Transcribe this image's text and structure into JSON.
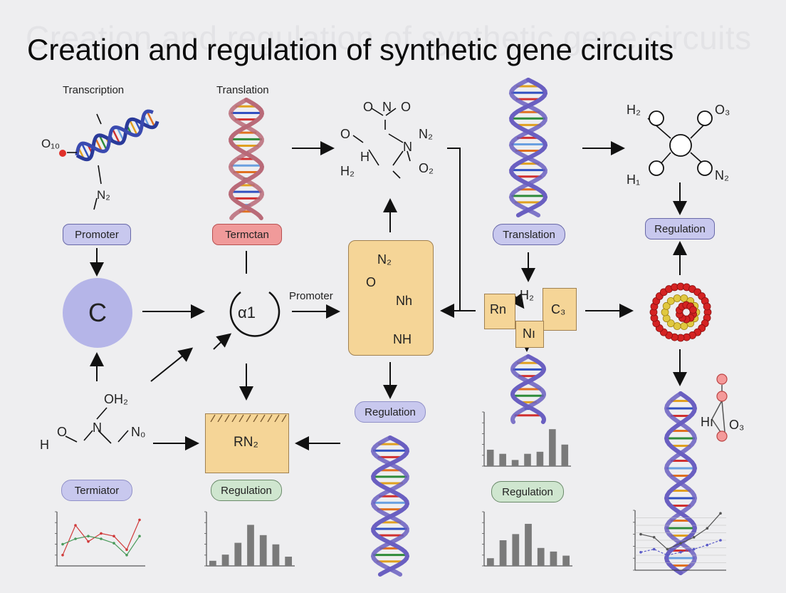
{
  "title": "Creation and regulation of synthetic gene circuits",
  "labels": {
    "transcription": "Transcription",
    "translation_top": "Translation",
    "promoter_arrow": "Promoter",
    "circle_c": "C",
    "alpha1": "α1"
  },
  "pills": {
    "promoter": "Promoter",
    "termctan": "Termctan",
    "translation": "Translation",
    "regulation_top_right": "Regulation",
    "regulation_center": "Regulation",
    "regulation_bottom_left": "Regulation",
    "regulation_bottom_mid": "Regulation",
    "terminator": "Termi­ator"
  },
  "molecules": {
    "m1": {
      "o": "O₁₀",
      "n2": "N₂"
    },
    "m2": {
      "o_n_o": "O N O",
      "o": "O",
      "n": "N",
      "n2": "N₂",
      "h2": "H₂",
      "h": "H",
      "o2": "O₂"
    },
    "m3": {
      "h2": "H₂",
      "o3": "O₃",
      "h1": "H₁",
      "n2": "N₂"
    },
    "box_center": {
      "o": "O",
      "n2": "N₂",
      "nh_1": "Nh",
      "nh_2": "NH"
    },
    "m_bottom_left": {
      "oh2": "OH₂",
      "h": "H",
      "o": "O",
      "n": "N",
      "n0": "N₀"
    },
    "rn_box": "RN₂",
    "rn": "Rn",
    "h2_small": "H₂",
    "c3": "C₃",
    "n1": "Nı",
    "h1_o3": {
      "h": "Hı",
      "o3": "O₃"
    }
  },
  "chart_data": [
    {
      "type": "line",
      "title": "",
      "series": [
        {
          "name": "",
          "values": [
            0.2,
            0.75,
            0.45,
            0.6,
            0.55,
            0.3,
            0.85
          ]
        },
        {
          "name": "",
          "values": [
            0.4,
            0.5,
            0.55,
            0.5,
            0.42,
            0.2,
            0.55
          ]
        }
      ],
      "x": [
        1,
        2,
        3,
        4,
        5,
        6,
        7
      ]
    },
    {
      "type": "bar",
      "title": "",
      "values": [
        0.1,
        0.22,
        0.45,
        0.8,
        0.6,
        0.42,
        0.18
      ]
    },
    {
      "type": "bar",
      "title": "",
      "values": [
        0.32,
        0.24,
        0.12,
        0.24,
        0.28,
        0.72,
        0.42
      ]
    },
    {
      "type": "bar",
      "title": "",
      "values": [
        0.15,
        0.5,
        0.62,
        0.82,
        0.35,
        0.28,
        0.2
      ]
    },
    {
      "type": "line",
      "title": "",
      "series": [
        {
          "name": "",
          "values": [
            0.6,
            0.55,
            0.35,
            0.45,
            0.55,
            0.7,
            0.95
          ]
        },
        {
          "name": "",
          "values": [
            0.3,
            0.35,
            0.25,
            0.3,
            0.35,
            0.42,
            0.5
          ]
        }
      ]
    }
  ],
  "colors": {
    "background": "#eeeef0",
    "purple_pill": "#c8c8ee",
    "red_pill": "#f09a9a",
    "green_pill": "#cfe6cf",
    "box": "#f5d597",
    "dna_purple": "#6a5fc1",
    "dna_red": "#b96a78"
  }
}
